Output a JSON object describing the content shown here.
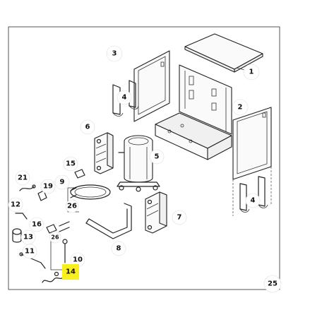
{
  "callouts": {
    "c1": "1",
    "c2": "2",
    "c3": "3",
    "c4a": "4",
    "c4b": "4",
    "c5": "5",
    "c6": "6",
    "c7": "7",
    "c8": "8",
    "c9": "9",
    "c10": "10",
    "c11": "11",
    "c12": "12",
    "c13": "13",
    "c14": "14",
    "c15": "15",
    "c16": "16",
    "c19": "19",
    "c21": "21",
    "c25": "25",
    "c26a": "26",
    "c26b": "26"
  },
  "highlight_color": "#f7ef1e"
}
